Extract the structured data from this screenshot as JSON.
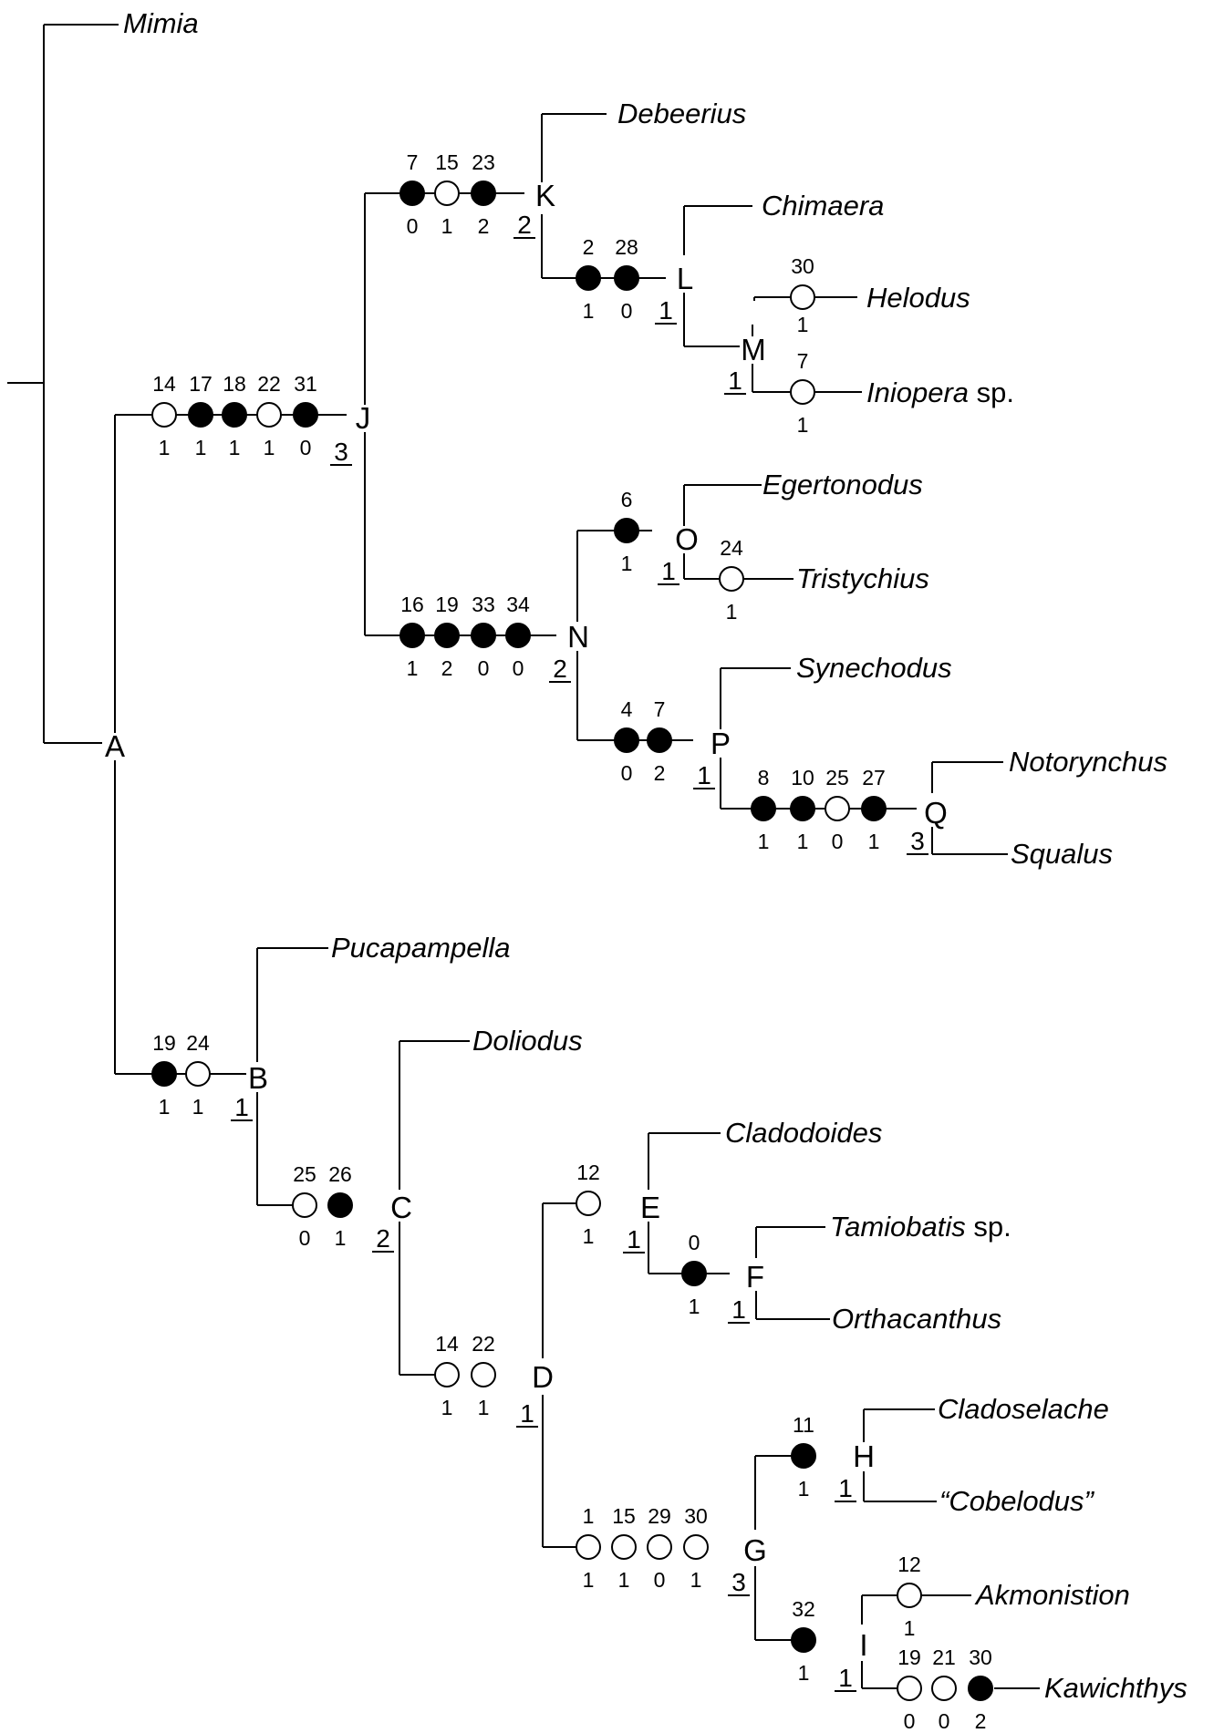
{
  "tree": {
    "taxa": [
      {
        "id": "mimia",
        "name": "Mimia",
        "suffix": ""
      },
      {
        "id": "debeerius",
        "name": "Debeerius",
        "suffix": ""
      },
      {
        "id": "chimaera",
        "name": "Chimaera",
        "suffix": ""
      },
      {
        "id": "helodus",
        "name": "Helodus",
        "suffix": ""
      },
      {
        "id": "iniopera",
        "name": "Iniopera",
        "suffix": " sp."
      },
      {
        "id": "egertonodus",
        "name": "Egertonodus",
        "suffix": ""
      },
      {
        "id": "tristychius",
        "name": "Tristychius",
        "suffix": ""
      },
      {
        "id": "synechodus",
        "name": "Synechodus",
        "suffix": ""
      },
      {
        "id": "notorynchus",
        "name": "Notorynchus",
        "suffix": ""
      },
      {
        "id": "squalus",
        "name": "Squalus",
        "suffix": ""
      },
      {
        "id": "pucapampella",
        "name": "Pucapampella",
        "suffix": ""
      },
      {
        "id": "doliodus",
        "name": "Doliodus",
        "suffix": ""
      },
      {
        "id": "cladodoides",
        "name": "Cladodoides",
        "suffix": ""
      },
      {
        "id": "tamiobatis",
        "name": "Tamiobatis",
        "suffix": " sp."
      },
      {
        "id": "orthacanthus",
        "name": "Orthacanthus",
        "suffix": ""
      },
      {
        "id": "cladoselache",
        "name": "Cladoselache",
        "suffix": ""
      },
      {
        "id": "cobelodus",
        "name": "“Cobelodus”",
        "suffix": ""
      },
      {
        "id": "akmonistion",
        "name": "Akmonistion",
        "suffix": ""
      },
      {
        "id": "kawichthys",
        "name": "Kawichthys",
        "suffix": ""
      }
    ],
    "nodes": [
      {
        "id": "A",
        "label": "A",
        "support": ""
      },
      {
        "id": "J",
        "label": "J",
        "support": "3"
      },
      {
        "id": "K",
        "label": "K",
        "support": "2"
      },
      {
        "id": "L",
        "label": "L",
        "support": "1"
      },
      {
        "id": "M",
        "label": "M",
        "support": "1"
      },
      {
        "id": "N",
        "label": "N",
        "support": "2"
      },
      {
        "id": "O",
        "label": "O",
        "support": "1"
      },
      {
        "id": "P",
        "label": "P",
        "support": "1"
      },
      {
        "id": "Q",
        "label": "Q",
        "support": "3"
      },
      {
        "id": "B",
        "label": "B",
        "support": "1"
      },
      {
        "id": "C",
        "label": "C",
        "support": "2"
      },
      {
        "id": "D",
        "label": "D",
        "support": "1"
      },
      {
        "id": "E",
        "label": "E",
        "support": "1"
      },
      {
        "id": "F",
        "label": "F",
        "support": "1"
      },
      {
        "id": "G",
        "label": "G",
        "support": "3"
      },
      {
        "id": "H",
        "label": "H",
        "support": "1"
      },
      {
        "id": "I",
        "label": "I",
        "support": "1"
      }
    ],
    "branches": [
      {
        "id": "to-J",
        "changes": [
          {
            "character": "14",
            "state": "1",
            "type": "homoplastic"
          },
          {
            "character": "17",
            "state": "1",
            "type": "unique"
          },
          {
            "character": "18",
            "state": "1",
            "type": "unique"
          },
          {
            "character": "22",
            "state": "1",
            "type": "homoplastic"
          },
          {
            "character": "31",
            "state": "0",
            "type": "unique"
          }
        ]
      },
      {
        "id": "to-K",
        "changes": [
          {
            "character": "7",
            "state": "0",
            "type": "unique"
          },
          {
            "character": "15",
            "state": "1",
            "type": "homoplastic"
          },
          {
            "character": "23",
            "state": "2",
            "type": "unique"
          }
        ]
      },
      {
        "id": "to-L",
        "changes": [
          {
            "character": "2",
            "state": "1",
            "type": "unique"
          },
          {
            "character": "28",
            "state": "0",
            "type": "unique"
          }
        ]
      },
      {
        "id": "to-Helodus",
        "changes": [
          {
            "character": "30",
            "state": "1",
            "type": "homoplastic"
          }
        ]
      },
      {
        "id": "to-Iniopera",
        "changes": [
          {
            "character": "7",
            "state": "1",
            "type": "homoplastic"
          }
        ]
      },
      {
        "id": "to-N",
        "changes": [
          {
            "character": "16",
            "state": "1",
            "type": "unique"
          },
          {
            "character": "19",
            "state": "2",
            "type": "unique"
          },
          {
            "character": "33",
            "state": "0",
            "type": "unique"
          },
          {
            "character": "34",
            "state": "0",
            "type": "unique"
          }
        ]
      },
      {
        "id": "to-O",
        "changes": [
          {
            "character": "6",
            "state": "1",
            "type": "unique"
          }
        ]
      },
      {
        "id": "to-Tristychius",
        "changes": [
          {
            "character": "24",
            "state": "1",
            "type": "homoplastic"
          }
        ]
      },
      {
        "id": "to-P",
        "changes": [
          {
            "character": "4",
            "state": "0",
            "type": "unique"
          },
          {
            "character": "7",
            "state": "2",
            "type": "unique"
          }
        ]
      },
      {
        "id": "to-Q",
        "changes": [
          {
            "character": "8",
            "state": "1",
            "type": "unique"
          },
          {
            "character": "10",
            "state": "1",
            "type": "unique"
          },
          {
            "character": "25",
            "state": "0",
            "type": "homoplastic"
          },
          {
            "character": "27",
            "state": "1",
            "type": "unique"
          }
        ]
      },
      {
        "id": "to-B",
        "changes": [
          {
            "character": "19",
            "state": "1",
            "type": "unique"
          },
          {
            "character": "24",
            "state": "1",
            "type": "homoplastic"
          }
        ]
      },
      {
        "id": "to-C",
        "changes": [
          {
            "character": "25",
            "state": "0",
            "type": "homoplastic"
          },
          {
            "character": "26",
            "state": "1",
            "type": "unique"
          }
        ]
      },
      {
        "id": "to-D",
        "changes": [
          {
            "character": "14",
            "state": "1",
            "type": "homoplastic"
          },
          {
            "character": "22",
            "state": "1",
            "type": "homoplastic"
          }
        ]
      },
      {
        "id": "to-E",
        "changes": [
          {
            "character": "12",
            "state": "1",
            "type": "homoplastic"
          }
        ]
      },
      {
        "id": "to-F",
        "changes": [
          {
            "character": "0",
            "state": "1",
            "type": "unique"
          }
        ]
      },
      {
        "id": "to-G",
        "changes": [
          {
            "character": "1",
            "state": "1",
            "type": "homoplastic"
          },
          {
            "character": "15",
            "state": "1",
            "type": "homoplastic"
          },
          {
            "character": "29",
            "state": "0",
            "type": "homoplastic"
          },
          {
            "character": "30",
            "state": "1",
            "type": "homoplastic"
          }
        ]
      },
      {
        "id": "to-H",
        "changes": [
          {
            "character": "11",
            "state": "1",
            "type": "unique"
          }
        ]
      },
      {
        "id": "to-I",
        "changes": [
          {
            "character": "32",
            "state": "1",
            "type": "unique"
          }
        ]
      },
      {
        "id": "to-Akmonistion",
        "changes": [
          {
            "character": "12",
            "state": "1",
            "type": "homoplastic"
          }
        ]
      },
      {
        "id": "to-Kawichthys",
        "changes": [
          {
            "character": "19",
            "state": "0",
            "type": "homoplastic"
          },
          {
            "character": "21",
            "state": "0",
            "type": "homoplastic"
          },
          {
            "character": "30",
            "state": "2",
            "type": "unique"
          }
        ]
      }
    ]
  }
}
